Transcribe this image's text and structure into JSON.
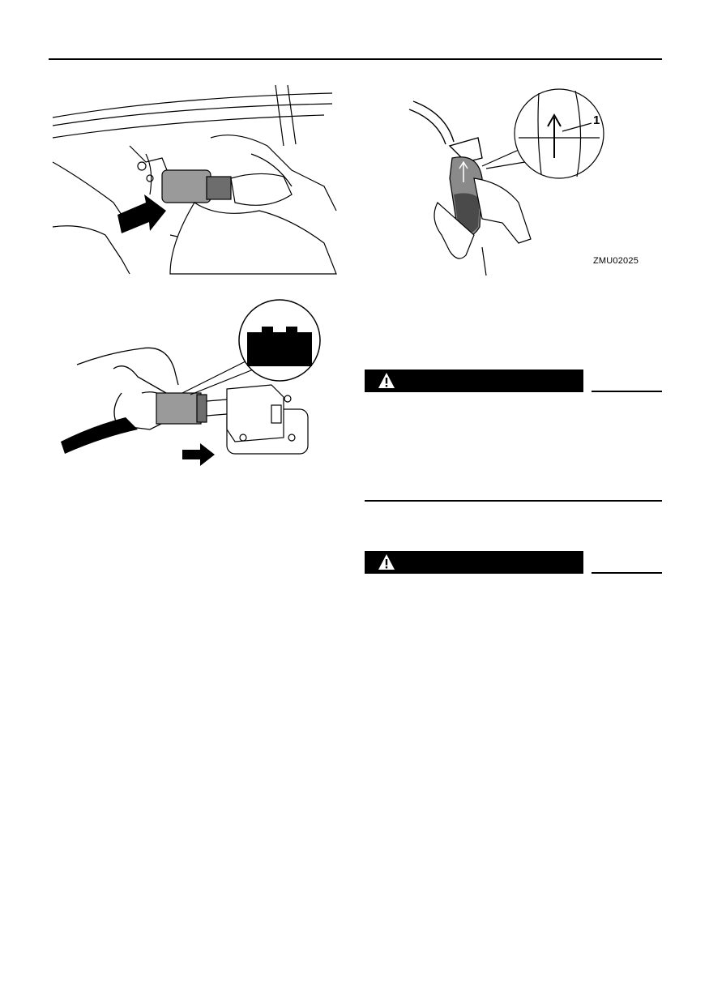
{
  "figures": {
    "engine_connector": {
      "icon": "connector-plugging-illustration"
    },
    "fuel_bulb": {
      "code": "ZMU02025",
      "callout": "1",
      "icon": "primer-bulb-illustration"
    },
    "battery_connector": {
      "icon": "battery-connector-illustration"
    }
  },
  "warnings": [
    {
      "icon": "warning-triangle-icon"
    },
    {
      "icon": "warning-triangle-icon"
    }
  ]
}
